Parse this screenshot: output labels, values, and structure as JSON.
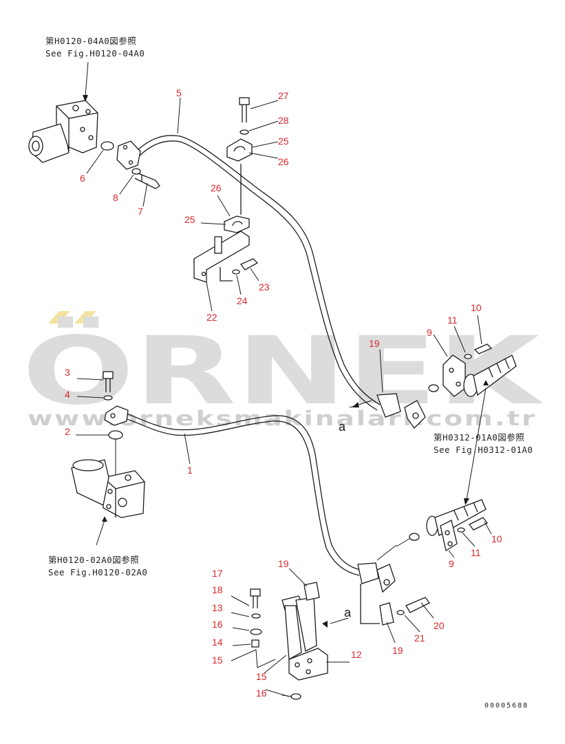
{
  "references": {
    "top_left_jp": "第H0120-04A0図参照",
    "top_left_en": "See Fig.H0120-04A0",
    "right_jp": "第H0312-01A0図参照",
    "right_en": "See Fig.H0312-01A0",
    "bottom_left_jp": "第H0120-02A0図参照",
    "bottom_left_en": "See Fig.H0120-02A0"
  },
  "part_numbers": {
    "p5": "5",
    "p27": "27",
    "p28": "28",
    "p25a": "25",
    "p26a": "26",
    "p6": "6",
    "p8": "8",
    "p7": "7",
    "p26b": "26",
    "p25b": "25",
    "p23": "23",
    "p24": "24",
    "p22": "22",
    "p10a": "10",
    "p11a": "11",
    "p9a": "9",
    "p19a": "19",
    "p3": "3",
    "p4": "4",
    "p2": "2",
    "p1": "1",
    "p10b": "10",
    "p11b": "11",
    "p9b": "9",
    "p17": "17",
    "p18": "18",
    "p13": "13",
    "p16a": "16",
    "p14": "14",
    "p15a": "15",
    "p15b": "15",
    "p16b": "16",
    "p19b": "19",
    "p12": "12",
    "p19c": "19",
    "p21": "21",
    "p20": "20"
  },
  "view_markers": {
    "a1": "a",
    "a2": "a"
  },
  "watermark": {
    "brand": "ÖRNEK",
    "url": "www.orneksmakinalari.com.tr"
  },
  "drawing_code": "00005688",
  "colors": {
    "part_number": "#d8262a",
    "line": "#1a1a1a",
    "watermark": "#dcdcdc",
    "watermark_accent": "#f3e2a0"
  }
}
